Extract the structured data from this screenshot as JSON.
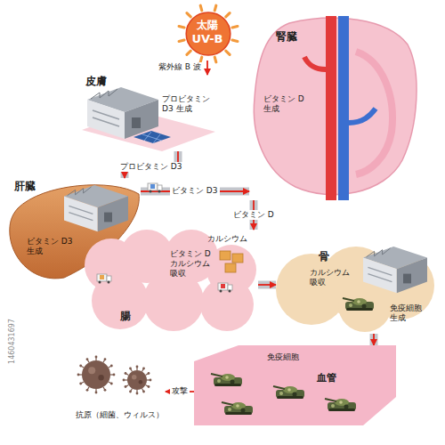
{
  "diagram": {
    "nodes": [
      {
        "text": [
          "太陽",
          "UV-B"
        ]
      },
      {
        "text": [
          "皮膚",
          "プロビタミン D3 生成"
        ]
      },
      {
        "text": [
          "腎臓",
          "ビタミン D 生成"
        ]
      },
      {
        "text": [
          "肝臓",
          "ビタミン D3 生成"
        ]
      },
      {
        "text": [
          "腸",
          "カルシウム",
          "ビタミン D カルシウム 吸収"
        ]
      },
      {
        "text": [
          "骨",
          "カルシウム 吸収",
          "免疫細胞 生成"
        ]
      },
      {
        "text": [
          "血管",
          "免疫細胞"
        ]
      },
      {
        "text": [
          "抗原（細菌、ウィルス）"
        ]
      }
    ],
    "edges": [
      {
        "from": 0,
        "to": 1,
        "label": "紫外線 B 波",
        "arrow": "to"
      },
      {
        "from": 1,
        "to": 3,
        "label": "プロビタミン D3",
        "arrow": "to"
      },
      {
        "from": 3,
        "to": 2,
        "label": "ビタミン D3",
        "arrow": "to"
      },
      {
        "from": 2,
        "to": 4,
        "label": "ビタミン D",
        "arrow": "to"
      },
      {
        "from": 4,
        "to": 5,
        "arrow": "to"
      },
      {
        "from": 5,
        "to": 6,
        "arrow": "to"
      },
      {
        "from": 6,
        "to": 7,
        "label": "攻撃",
        "arrow": "to"
      }
    ],
    "labels": [
      "1460431697"
    ]
  }
}
